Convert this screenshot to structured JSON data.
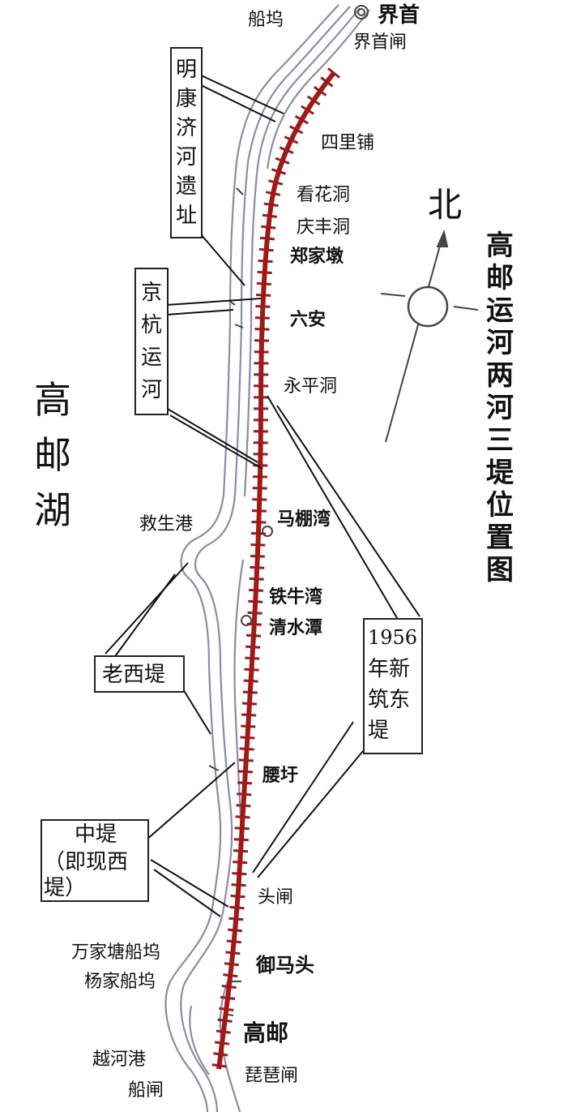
{
  "map": {
    "title_chars": [
      "高",
      "邮",
      "运",
      "河",
      "两",
      "河",
      "三",
      "堤",
      "位",
      "置",
      "图"
    ],
    "lake_chars": [
      "高",
      "邮",
      "湖"
    ],
    "north_label": "北",
    "places": {
      "jieshou": "界首",
      "jieshou_zha": "界首闸",
      "chuanwu_top": "船坞",
      "silipu": "四里铺",
      "kanhuadong": "看花洞",
      "qingfengdong": "庆丰洞",
      "zhengjiadun": "郑家墩",
      "liuan": "六安",
      "yongpingdong": "永平洞",
      "jiushenggang": "救生港",
      "mapengwan": "马棚湾",
      "tieniuwan": "铁牛湾",
      "qingshuitan": "清水潭",
      "yaoyu": "腰圩",
      "touzha": "头闸",
      "wanjiatang": "万家塘船坞",
      "yangjia": "杨家船坞",
      "yumatou": "御马头",
      "gaoyou": "高邮",
      "yuehegang": "越河港",
      "chuanzha": "船闸",
      "pipazha": "琵琶闸"
    },
    "callouts": {
      "mingkang_chars": [
        "明",
        "康",
        "济",
        "河",
        "遗",
        "址"
      ],
      "jinghang_chars": [
        "京",
        "杭",
        "运",
        "河"
      ],
      "laoxidi": "老西堤",
      "zhongdi_line1": "中堤",
      "zhongdi_line2": "（即现西",
      "zhongdi_line3": "堤）",
      "xindongdi_line1": "1956",
      "xindongdi_line2": "年新",
      "xindongdi_line3": "筑东",
      "xindongdi_line4": "堤"
    },
    "colors": {
      "new_east_dike": "#9b1b1b",
      "water_banks": "#8f8aa6",
      "ink": "#111111"
    }
  }
}
